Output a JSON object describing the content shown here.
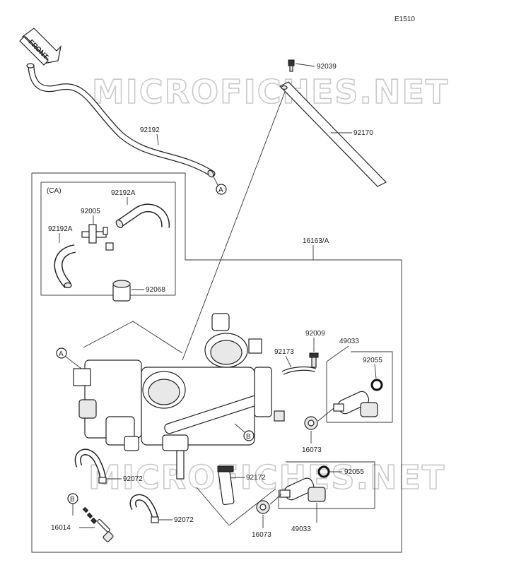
{
  "diagram_code": "E1510",
  "front_label": "FRONT",
  "watermark": "MICROFICHES.NET",
  "ca_label": "(CA)",
  "ref_a": "A",
  "ref_b": "B",
  "parts": {
    "p92039": "92039",
    "p92192": "92192",
    "p92170": "92170",
    "p92192A_top": "92192A",
    "p92005": "92005",
    "p92192A_left": "92192A",
    "p16163": "16163/A",
    "p92068": "92068",
    "p92009": "92009",
    "p49033_top": "49033",
    "p92173": "92173",
    "p92055_top": "92055",
    "p16073_top": "16073",
    "p92072_top": "92072",
    "p92172": "92172",
    "p92055_bottom": "92055",
    "p92072_bottom": "92072",
    "p16014": "16014",
    "p16073_bottom": "16073",
    "p49033_bottom": "49033"
  }
}
